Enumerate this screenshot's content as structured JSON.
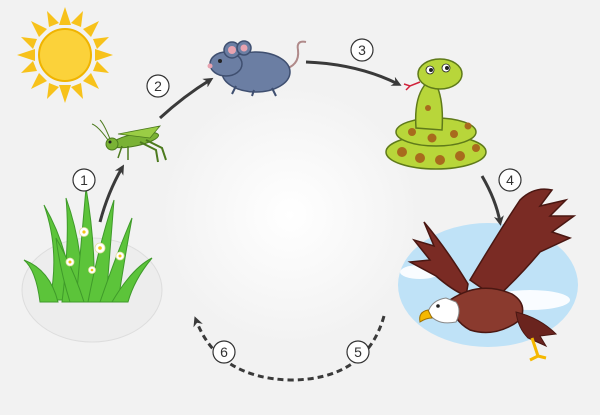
{
  "diagram": {
    "type": "food-cycle",
    "colors": {
      "background": "#f2f2f2",
      "arrow": "#3a3a3a",
      "sun": "#f7c21b",
      "grass": "#5cc43a",
      "grasshopper": "#7ab235",
      "mouse": "#6b7ea3",
      "snake": "#b8d63a",
      "snake_spots": "#a86b1d",
      "eagle": "#7a2b24",
      "eagle_sky": "#bfe2f7"
    },
    "nodes": [
      {
        "id": "sun",
        "icon": "sun-icon"
      },
      {
        "id": "grass",
        "icon": "grass-icon"
      },
      {
        "id": "grasshopper",
        "icon": "grasshopper-icon"
      },
      {
        "id": "mouse",
        "icon": "mouse-icon"
      },
      {
        "id": "snake",
        "icon": "snake-icon"
      },
      {
        "id": "eagle",
        "icon": "eagle-icon"
      }
    ],
    "steps": [
      {
        "label": "1",
        "from": "grass",
        "to": "grasshopper",
        "style": "solid"
      },
      {
        "label": "2",
        "from": "grasshopper",
        "to": "mouse",
        "style": "solid"
      },
      {
        "label": "3",
        "from": "mouse",
        "to": "snake",
        "style": "solid"
      },
      {
        "label": "4",
        "from": "snake",
        "to": "eagle",
        "style": "solid"
      },
      {
        "label": "5",
        "from": "eagle",
        "to": "grass",
        "style": "dashed"
      },
      {
        "label": "6",
        "from": "eagle",
        "to": "grass",
        "style": "dashed"
      }
    ]
  }
}
